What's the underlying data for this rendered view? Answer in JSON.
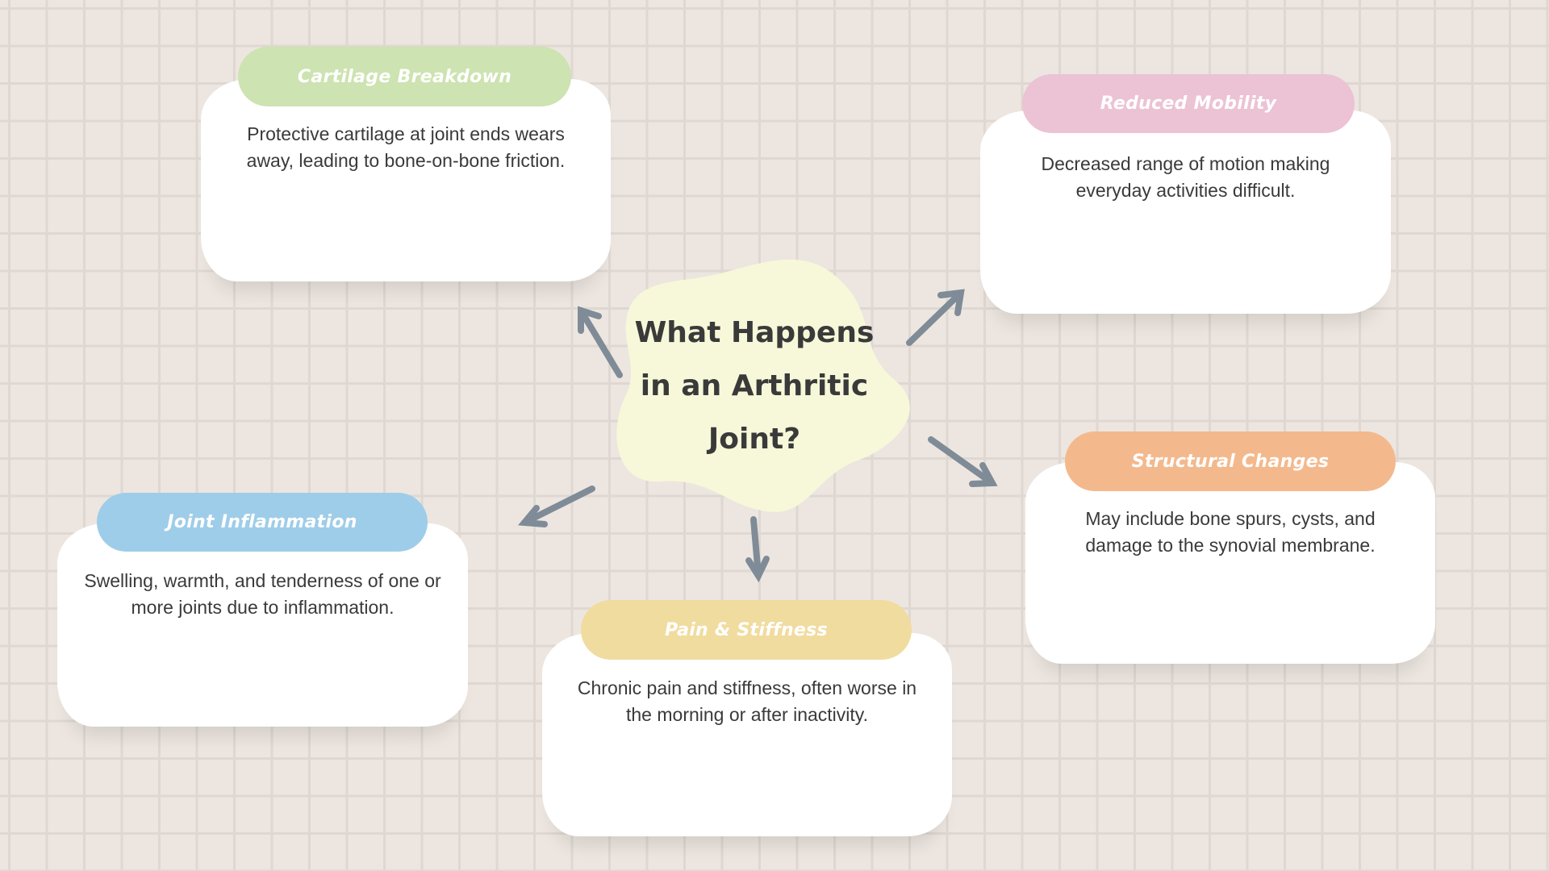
{
  "title": "What Happens in an Arthritic Joint?",
  "colors": {
    "green": "#cde3b1",
    "pink": "#ecc2d5",
    "orange": "#f3b98d",
    "blue": "#9ecde9",
    "yellow": "#f0dc9f",
    "blob": "#f7f8d9",
    "arrow": "#7f8c97"
  },
  "cards": [
    {
      "label": "Cartilage Breakdown",
      "text": "Protective cartilage at joint ends wears away, leading to bone-on-bone friction."
    },
    {
      "label": "Reduced Mobility",
      "text": "Decreased range of motion making everyday activities difficult."
    },
    {
      "label": "Structural Changes",
      "text": "May include bone spurs, cysts, and damage to the synovial membrane."
    },
    {
      "label": "Joint Inflammation",
      "text": "Swelling, warmth, and tenderness of one or more joints due to inflammation."
    },
    {
      "label": "Pain & Stiffness",
      "text": "Chronic pain and stiffness, often worse in the morning or after inactivity."
    }
  ]
}
